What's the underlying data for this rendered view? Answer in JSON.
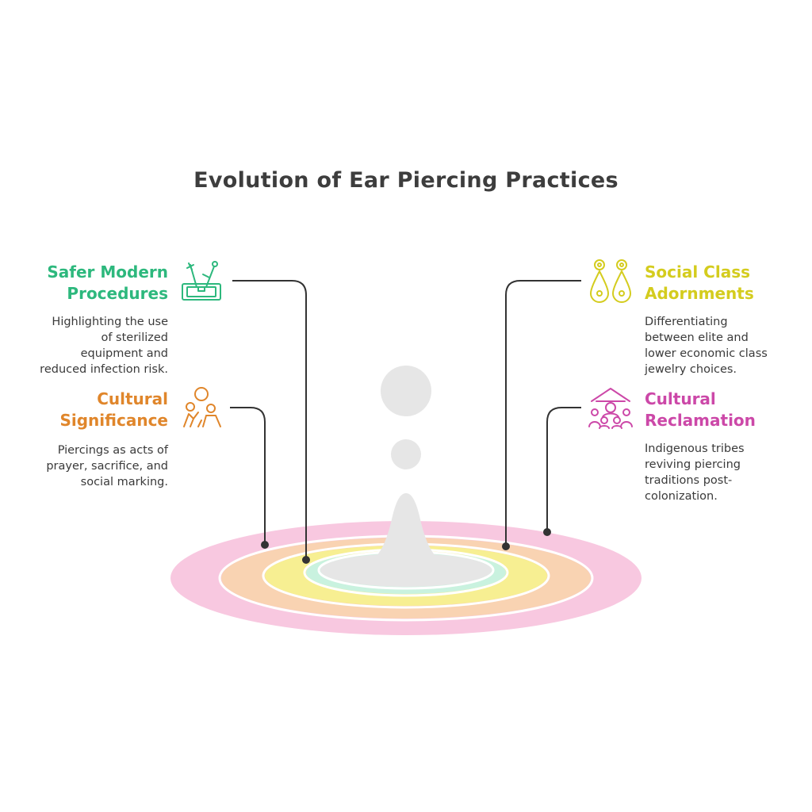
{
  "title": "Evolution of Ear Piercing Practices",
  "colors": {
    "green": "#2db87d",
    "orange": "#e0862b",
    "yellow": "#d4cc1e",
    "magenta": "#cc48a8",
    "line": "#333333",
    "gray": "#e6e6e6",
    "ring_pink": "#f8c8e0",
    "ring_peach": "#f9d3b2",
    "ring_yellow": "#f7ef92",
    "ring_mint": "#c9f2df"
  },
  "items": {
    "safer": {
      "title_lines": [
        "Safer Modern",
        "Procedures"
      ],
      "desc_lines": [
        "Highlighting the use",
        "of sterilized",
        "equipment and",
        "reduced infection risk."
      ],
      "icon": "sterilized-tools-icon"
    },
    "significance": {
      "title_lines": [
        "Cultural",
        "Significance"
      ],
      "desc_lines": [
        "Piercings as acts of",
        "prayer, sacrifice, and",
        "social marking."
      ],
      "icon": "people-ritual-icon"
    },
    "social": {
      "title_lines": [
        "Social Class",
        "Adornments"
      ],
      "desc_lines": [
        "Differentiating",
        "between elite and",
        "lower economic class",
        "jewelry choices."
      ],
      "icon": "earrings-icon"
    },
    "reclamation": {
      "title_lines": [
        "Cultural",
        "Reclamation"
      ],
      "desc_lines": [
        "Indigenous tribes",
        "reviving piercing",
        "traditions post-",
        "colonization."
      ],
      "icon": "tribe-community-icon"
    }
  }
}
